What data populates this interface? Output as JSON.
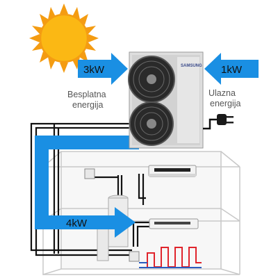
{
  "arrows": {
    "free_energy_value": "3kW",
    "input_energy_value": "1kW",
    "output_energy_value": "4kW"
  },
  "captions": {
    "free_energy_line1": "Besplatna",
    "free_energy_line2": "energija",
    "input_energy_line1": "Ulazna",
    "input_energy_line2": "energija"
  },
  "outdoor_unit": {
    "brand": "SAMSUNG"
  },
  "colors": {
    "arrow_blue": "#1a8fe3",
    "sun_yellow": "#fbb814",
    "sun_orange": "#f49c12",
    "pipe_black": "#111111",
    "underfloor_red": "#e0242c"
  }
}
